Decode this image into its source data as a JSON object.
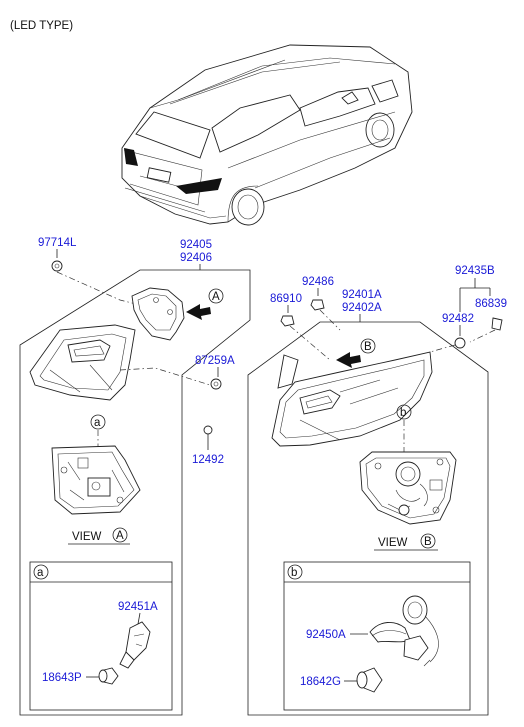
{
  "header": {
    "type_note": "(LED TYPE)"
  },
  "parts": {
    "p97714L": "97714L",
    "p92405": "92405",
    "p92406": "92406",
    "p92486": "92486",
    "p86910": "86910",
    "p92401A": "92401A",
    "p92402A": "92402A",
    "p92435B": "92435B",
    "p86839": "86839",
    "p92482": "92482",
    "p87259A": "87259A",
    "p12492": "12492",
    "p92451A": "92451A",
    "p18643P": "18643P",
    "p92450A": "92450A",
    "p18642G": "18642G"
  },
  "callouts": {
    "a": "a",
    "b": "b",
    "A": "A",
    "B": "B"
  },
  "views": {
    "view_word": "VIEW"
  },
  "colors": {
    "part_number": "#1a1ad6",
    "line": "#222222"
  }
}
